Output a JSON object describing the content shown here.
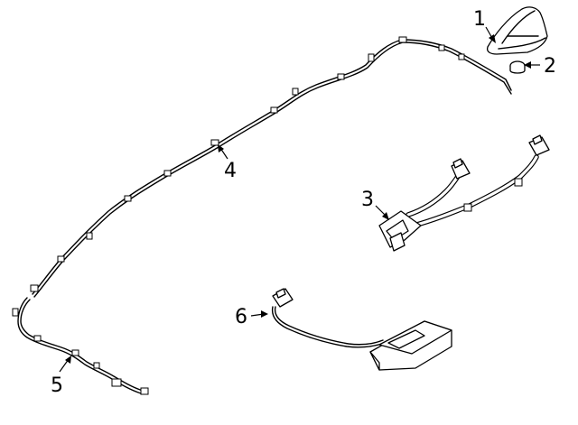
{
  "diagram": {
    "callouts": [
      {
        "id": "1",
        "label": "1"
      },
      {
        "id": "2",
        "label": "2"
      },
      {
        "id": "3",
        "label": "3"
      },
      {
        "id": "4",
        "label": "4"
      },
      {
        "id": "5",
        "label": "5"
      },
      {
        "id": "6",
        "label": "6"
      }
    ],
    "parts": [
      {
        "callout": "1",
        "icon": "shark-fin-antenna"
      },
      {
        "callout": "2",
        "icon": "antenna-nut"
      },
      {
        "callout": "3",
        "icon": "harness-connector-bracket"
      },
      {
        "callout": "4",
        "icon": "roof-antenna-cable"
      },
      {
        "callout": "5",
        "icon": "lower-antenna-cable"
      },
      {
        "callout": "6",
        "icon": "antenna-module"
      }
    ],
    "colors": {
      "line": "#000000",
      "background": "#ffffff"
    }
  }
}
